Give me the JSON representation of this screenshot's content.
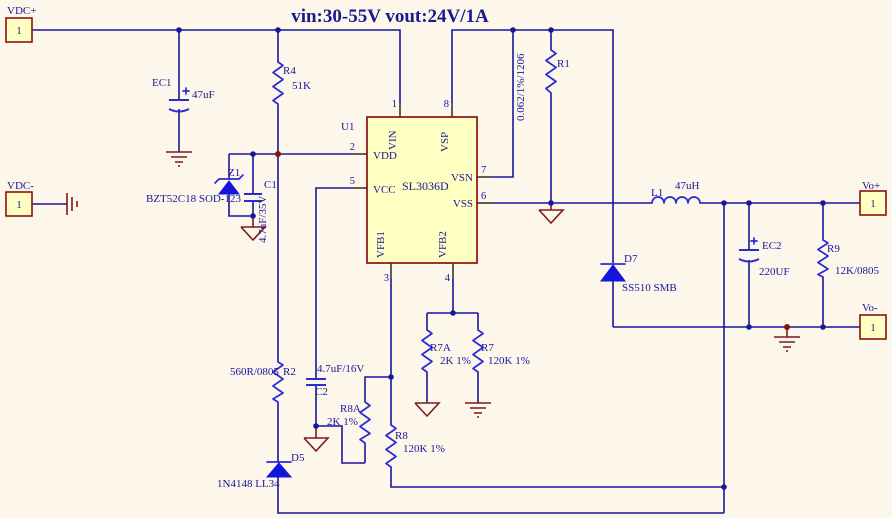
{
  "title": "vin:30-55V vout:24V/1A",
  "connectors": {
    "vdc_plus": {
      "label": "VDC+",
      "pin": "1"
    },
    "vdc_minus": {
      "label": "VDC-",
      "pin": "1"
    },
    "vo_plus": {
      "label": "Vo+",
      "pin": "1"
    },
    "vo_minus": {
      "label": "Vo-",
      "pin": "1"
    }
  },
  "ic": {
    "designator": "U1",
    "part": "SL3036D",
    "pins": {
      "p1": {
        "num": "1",
        "name": "VIN"
      },
      "p2": {
        "num": "2",
        "name": "VDD"
      },
      "p3": {
        "num": "3",
        "name": "VFB1"
      },
      "p4": {
        "num": "4",
        "name": "VFB2"
      },
      "p5": {
        "num": "5",
        "name": "VCC"
      },
      "p6": {
        "num": "6",
        "name": "VSS"
      },
      "p7": {
        "num": "7",
        "name": "VSN"
      },
      "p8": {
        "num": "8",
        "name": "VSP"
      }
    }
  },
  "components": {
    "ec1": {
      "designator": "EC1",
      "value": "47uF"
    },
    "r4": {
      "designator": "R4",
      "value": "51K"
    },
    "z1": {
      "designator": "Z1",
      "value": "BZT52C18 SOD-123"
    },
    "c1": {
      "designator": "C1",
      "value": "4.7uF/35V"
    },
    "r1": {
      "designator": "R1",
      "value": "0.062/1%/1206"
    },
    "l1": {
      "designator": "L1",
      "value": "47uH"
    },
    "d7": {
      "designator": "D7",
      "value": "SS510 SMB"
    },
    "ec2": {
      "designator": "EC2",
      "value": "220UF"
    },
    "r9": {
      "designator": "R9",
      "value": "12K/0805"
    },
    "r2": {
      "designator": "R2",
      "value": "560R/0805"
    },
    "c2": {
      "designator": "C2",
      "value": "4.7uF/16V"
    },
    "r8a": {
      "designator": "R8A",
      "value": "2K 1%"
    },
    "r8": {
      "designator": "R8",
      "value": "120K 1%"
    },
    "r7a": {
      "designator": "R7A",
      "value": "2K 1%"
    },
    "r7": {
      "designator": "R7",
      "value": "120K 1%"
    },
    "d5": {
      "designator": "D5",
      "value": "1N4148 LL34"
    }
  },
  "colors": {
    "background": "#FCF7EA",
    "wire": "#17179C",
    "symbol": "#2B2BD5",
    "diode_fill": "#1414DC",
    "ground": "#7C1A1A",
    "ic_fill": "#FFFFC2",
    "ic_border": "#8C1010",
    "pin_stub": "#1C1C1C",
    "text": "#17179C",
    "title": "#1A1A90",
    "dark_dot": "#8C1010"
  }
}
